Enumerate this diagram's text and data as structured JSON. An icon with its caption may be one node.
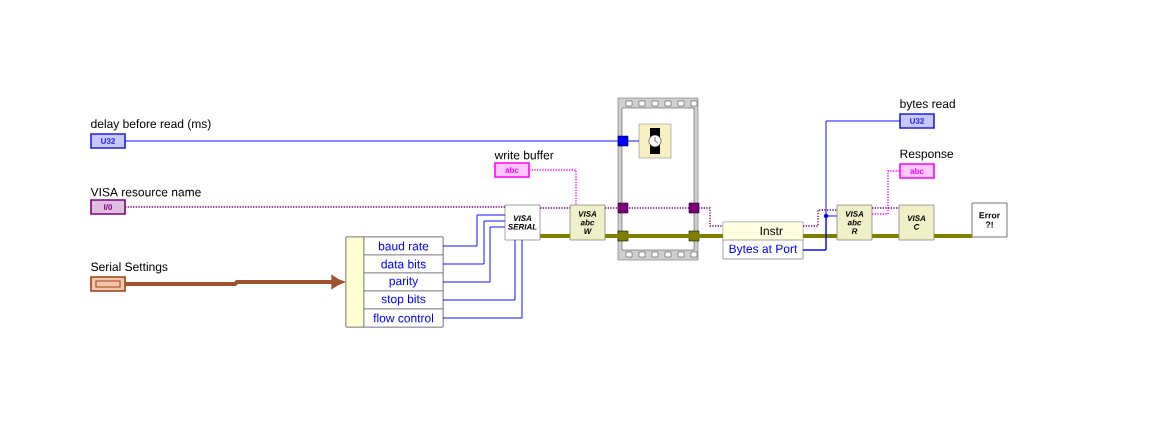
{
  "diagram": {
    "nodes": [
      {
        "text": [
          "delay before read (ms)",
          "U32"
        ]
      },
      {
        "text": [
          "write buffer",
          "abc"
        ]
      },
      {
        "text": [
          "VISA resource name",
          "I/0"
        ]
      },
      {
        "text": [
          "Serial Settings"
        ]
      },
      {
        "text": [],
        "shape": "box"
      },
      {
        "text": [
          "baud rate"
        ],
        "in": 4
      },
      {
        "text": [
          "data bits"
        ],
        "in": 4
      },
      {
        "text": [
          "parity"
        ],
        "in": 4
      },
      {
        "text": [
          "stop bits"
        ],
        "in": 4
      },
      {
        "text": [
          "flow control"
        ],
        "in": 4
      },
      {
        "text": [
          "VISA",
          "SERIAL"
        ]
      },
      {
        "text": [
          "VISA",
          "abc",
          "W"
        ]
      },
      {
        "text": [],
        "shape": "box"
      },
      {
        "text": [],
        "shape": "box",
        "in": 12
      },
      {
        "text": [
          "Instr",
          "Bytes at Port"
        ]
      },
      {
        "text": [
          "VISA",
          "abc",
          "R"
        ]
      },
      {
        "text": [
          "VISA",
          "C"
        ]
      },
      {
        "text": [
          "Error",
          "?!"
        ]
      },
      {
        "text": [
          "bytes read",
          "U32"
        ]
      },
      {
        "text": [
          "Response",
          "abc"
        ]
      }
    ],
    "edges": [
      {
        "from": 0,
        "to": 13,
        "arrow": "none"
      },
      {
        "from": 2,
        "to": 10,
        "arrow": "none",
        "style": "dashed",
        "color": "#800080"
      },
      {
        "from": 3,
        "to": 4,
        "arrow": "to",
        "style": "thick",
        "color": "#a0522d"
      },
      {
        "from": 5,
        "to": 10,
        "arrow": "none"
      },
      {
        "from": 6,
        "to": 10,
        "arrow": "none"
      },
      {
        "from": 7,
        "to": 10,
        "arrow": "none"
      },
      {
        "from": 8,
        "to": 10,
        "arrow": "none"
      },
      {
        "from": 9,
        "to": 10,
        "arrow": "none"
      },
      {
        "from": 1,
        "to": 11,
        "arrow": "none",
        "style": "dashed",
        "color": "#ff00ff"
      },
      {
        "from": 10,
        "to": 11,
        "arrow": "none",
        "style": "dashed",
        "color": "#800080"
      },
      {
        "from": 10,
        "to": 11,
        "arrow": "none",
        "style": "thick",
        "color": "#808000"
      },
      {
        "from": 11,
        "to": 14,
        "arrow": "none",
        "style": "dashed",
        "color": "#800080"
      },
      {
        "from": 11,
        "to": 14,
        "arrow": "none",
        "style": "thick",
        "color": "#808000"
      },
      {
        "from": 14,
        "to": 15,
        "arrow": "none",
        "style": "dashed",
        "color": "#800080"
      },
      {
        "from": 14,
        "to": 15,
        "arrow": "none",
        "style": "thick",
        "color": "#808000"
      },
      {
        "from": 14,
        "to": 15,
        "arrow": "none"
      },
      {
        "from": 14,
        "to": 18,
        "arrow": "none"
      },
      {
        "from": 15,
        "to": 19,
        "arrow": "none",
        "style": "dashed",
        "color": "#ff00ff"
      },
      {
        "from": 15,
        "to": 16,
        "arrow": "none",
        "style": "dashed",
        "color": "#800080"
      },
      {
        "from": 15,
        "to": 16,
        "arrow": "none",
        "style": "thick",
        "color": "#808000"
      },
      {
        "from": 16,
        "to": 17,
        "arrow": "none",
        "style": "thick",
        "color": "#808000"
      }
    ]
  }
}
